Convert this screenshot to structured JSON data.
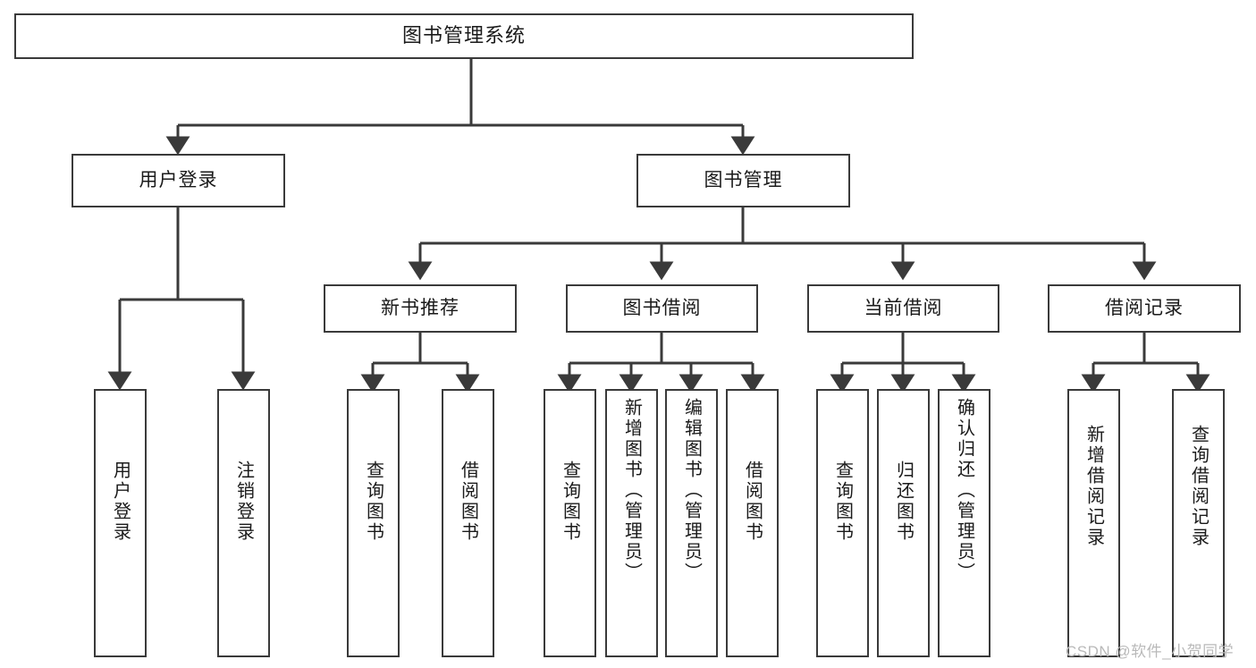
{
  "diagram": {
    "type": "tree-hierarchy",
    "title": "图书管理系统",
    "watermark": "CSDN @软件_小贺同学",
    "colors": {
      "stroke": "#3a3a3a",
      "fill": "#ffffff",
      "text": "#1a1a1a",
      "watermark": "#b9b9b9"
    },
    "levels": {
      "root": {
        "label": "图书管理系统"
      },
      "level2": [
        {
          "label": "用户登录"
        },
        {
          "label": "图书管理"
        }
      ],
      "level3": [
        {
          "label": "新书推荐"
        },
        {
          "label": "图书借阅"
        },
        {
          "label": "当前借阅"
        },
        {
          "label": "借阅记录"
        }
      ],
      "leaves": {
        "user_login": [
          {
            "label": "用户登录"
          },
          {
            "label": "注销登录"
          }
        ],
        "new_book_recommend": [
          {
            "label": "查询图书"
          },
          {
            "label": "借阅图书"
          }
        ],
        "book_borrow": [
          {
            "label": "查询图书"
          },
          {
            "label": "新增图书（管理员）"
          },
          {
            "label": "编辑图书（管理员）"
          },
          {
            "label": "借阅图书"
          }
        ],
        "current_borrow": [
          {
            "label": "查询图书"
          },
          {
            "label": "归还图书"
          },
          {
            "label": "确认归还（管理员）"
          }
        ],
        "borrow_record": [
          {
            "label": "新增借阅记录"
          },
          {
            "label": "查询借阅记录"
          }
        ]
      }
    }
  }
}
